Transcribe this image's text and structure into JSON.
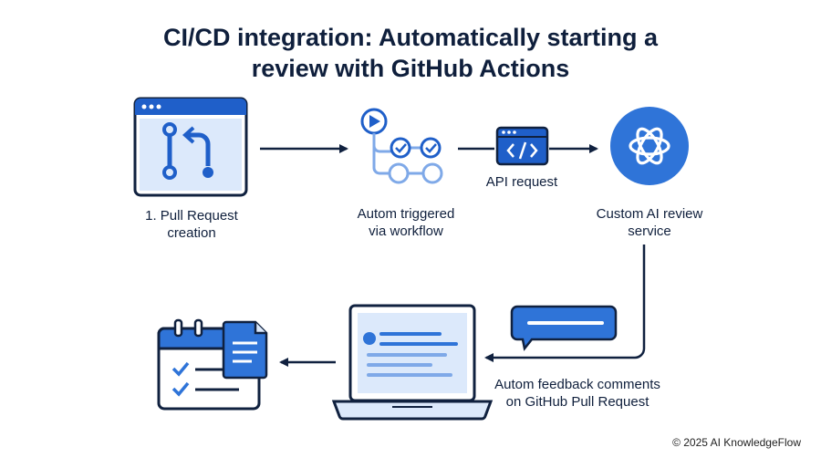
{
  "title": {
    "line1": "CI/CD integration: Automatically starting a",
    "line2": "review with GitHub Actions"
  },
  "steps": {
    "pull_request": {
      "line1": "1. Pull Request",
      "line2": "creation"
    },
    "triggered": {
      "line1": "Autom triggered",
      "line2": "via workflow"
    },
    "api_request": {
      "label": "API request"
    },
    "ai_service": {
      "line1": "Custom AI review",
      "line2": "service"
    },
    "feedback": {
      "line1": "Autom feedback comments",
      "line2": "on GitHub Pull Request"
    }
  },
  "icons": {
    "pull_request": "git-pull-request-icon",
    "workflow": "workflow-icon",
    "api": "code-window-icon",
    "ai": "openai-logo-icon",
    "comment": "chat-bubble-icon",
    "laptop": "laptop-icon",
    "tasks": "calendar-checklist-icon"
  },
  "colors": {
    "primary": "#1f5fc9",
    "light": "#dce9fb",
    "dark": "#0f1f3c",
    "circle": "#2f74d8"
  },
  "footer": {
    "copyright": "© 2025 AI KnowledgeFlow"
  }
}
